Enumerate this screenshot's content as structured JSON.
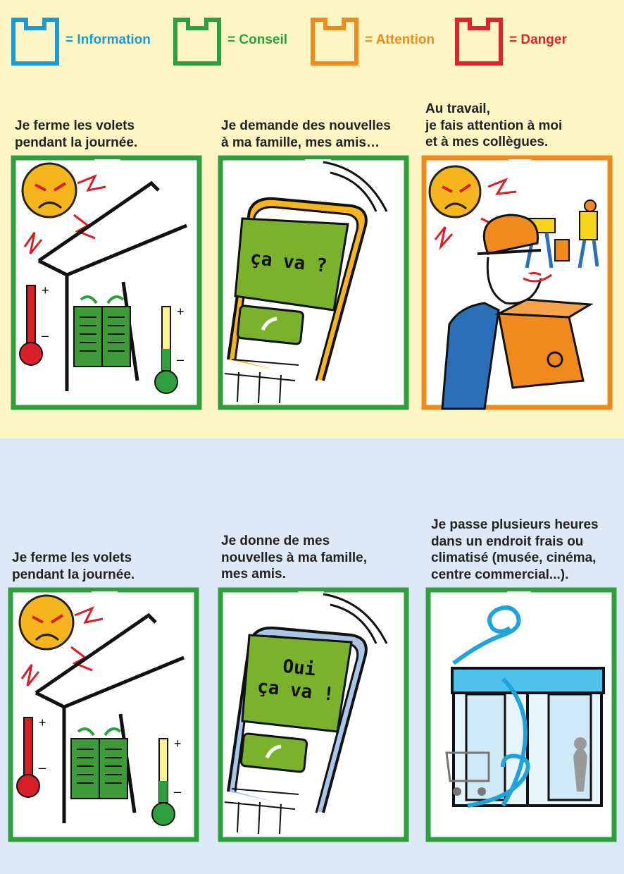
{
  "legend": [
    {
      "label": "Information",
      "color": "#1a9bd7",
      "icon": "info-frame-icon"
    },
    {
      "label": "Conseil",
      "color": "#2e9e3e",
      "icon": "advice-frame-icon"
    },
    {
      "label": "Attention",
      "color": "#f08a1c",
      "icon": "warning-frame-icon"
    },
    {
      "label": "Danger",
      "color": "#e2222a",
      "icon": "danger-frame-icon"
    }
  ],
  "legend_equals": "=",
  "top_panels": [
    {
      "caption": [
        "Je ferme les volets",
        "pendant la journée."
      ],
      "border": "#2e9e3e",
      "scene": "shutters"
    },
    {
      "caption": [
        "Je demande des nouvelles",
        "à ma famille, mes amis…"
      ],
      "border": "#2e9e3e",
      "scene": "phone",
      "screen": [
        "ça va ?"
      ]
    },
    {
      "caption": [
        "Au travail,",
        "je fais attention à moi",
        "et à mes collègues."
      ],
      "border": "#f08a1c",
      "scene": "work"
    }
  ],
  "bottom_panels": [
    {
      "caption": [
        "Je ferme les volets",
        "pendant la journée."
      ],
      "border": "#2e9e3e",
      "scene": "shutters"
    },
    {
      "caption": [
        "Je donne de mes",
        "nouvelles à ma famille,",
        "mes amis."
      ],
      "border": "#2e9e3e",
      "scene": "phone",
      "screen": [
        "Oui",
        "ça va !"
      ]
    },
    {
      "caption": [
        "Je passe plusieurs heures",
        "dans un endroit frais ou",
        "climatisé (musée, cinéma,",
        "centre commercial...)."
      ],
      "border": "#2e9e3e",
      "scene": "cool-place"
    }
  ],
  "colors": {
    "sun": "#f7b51d",
    "thermo_hot": "#d81e27",
    "thermo_cool": "#2e9e3e",
    "shutter": "#3f9a3a",
    "screen": "#7ab32b"
  }
}
